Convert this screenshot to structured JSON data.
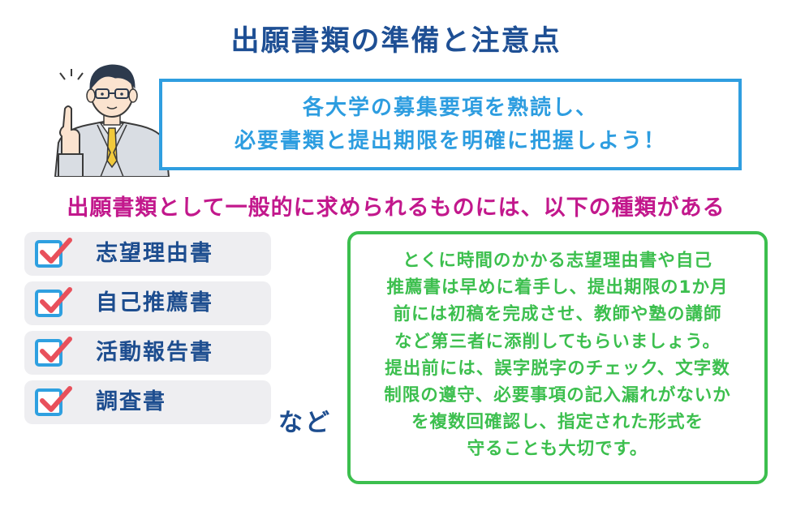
{
  "title": "出願書類の準備と注意点",
  "speech": {
    "lines": [
      "各大学の募集要項を熟読し、",
      "必要書類と提出期限を明確に把握しよう！"
    ]
  },
  "subhead": "出願書類として一般的に求められるものには、以下の種類がある",
  "documents": [
    {
      "label": "志望理由書"
    },
    {
      "label": "自己推薦書"
    },
    {
      "label": "活動報告書"
    },
    {
      "label": "調査書"
    }
  ],
  "etc_label": "など",
  "note": {
    "lines": [
      "とくに時間のかかる志望理由書や自己",
      "推薦書は早めに着手し、提出期限の1か月",
      "前には初稿を完成させ、教師や塾の講師",
      "など第三者に添削してもらいましょう。",
      "提出前には、誤字脱字のチェック、文字数",
      "制限の遵守、必要事項の記入漏れがないか",
      "を複数回確認し、指定された形式を",
      "守ることも大切です。"
    ]
  },
  "colors": {
    "title": "#1e4f94",
    "speech": "#2d9de0",
    "subhead": "#c2188c",
    "doc_label": "#1d4d8f",
    "check_box": "#2fa0e0",
    "check_mark": "#e8505b",
    "note": "#3cbf4e"
  },
  "icons": [
    "teacher-illustration",
    "checkbox-icon"
  ]
}
